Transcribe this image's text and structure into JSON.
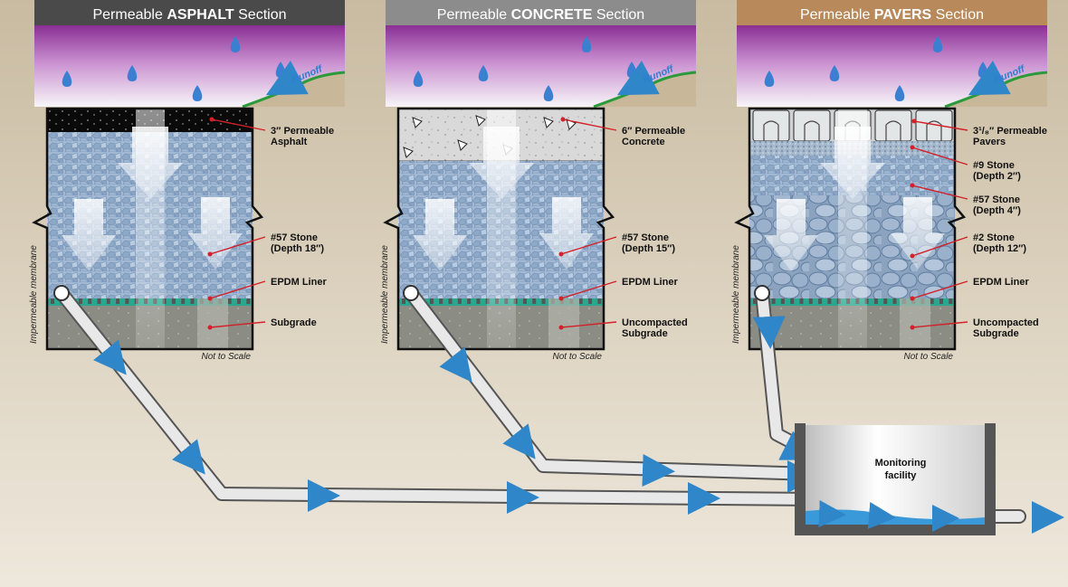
{
  "sections": [
    {
      "id": "asphalt",
      "title_prefix": "Permeable ",
      "title_bold": "ASPHALT",
      "title_suffix": " Section",
      "title_color": "#4a4a4a",
      "runoff": "Runoff",
      "membrane": "Impermeable membrane",
      "scale_note": "Not to Scale",
      "labels": [
        {
          "lines": [
            "3″ Permeable",
            "Asphalt"
          ]
        },
        {
          "lines": [
            "#57 Stone",
            "(Depth 18″)"
          ]
        },
        {
          "lines": [
            "EPDM Liner"
          ]
        },
        {
          "lines": [
            "Subgrade"
          ]
        }
      ]
    },
    {
      "id": "concrete",
      "title_prefix": "Permeable ",
      "title_bold": "CONCRETE",
      "title_suffix": " Section",
      "title_color": "#8c8c8c",
      "runoff": "Runoff",
      "membrane": "Impermeable membrane",
      "scale_note": "Not to Scale",
      "labels": [
        {
          "lines": [
            "6″ Permeable",
            "Concrete"
          ]
        },
        {
          "lines": [
            "#57 Stone",
            "(Depth 15″)"
          ]
        },
        {
          "lines": [
            "EPDM Liner"
          ]
        },
        {
          "lines": [
            "Uncompacted",
            "Subgrade"
          ]
        }
      ]
    },
    {
      "id": "pavers",
      "title_prefix": "Permeable ",
      "title_bold": "PAVERS",
      "title_suffix": " Section",
      "title_color": "#b8895a",
      "runoff": "Runoff",
      "membrane": "Impermeable membrane",
      "scale_note": "Not to Scale",
      "labels": [
        {
          "lines": [
            "3¹/₈″ Permeable",
            "Pavers"
          ]
        },
        {
          "lines": [
            "#9 Stone",
            "(Depth 2″)"
          ]
        },
        {
          "lines": [
            "#57 Stone",
            "(Depth 4″)"
          ]
        },
        {
          "lines": [
            "#2 Stone",
            "(Depth 12″)"
          ]
        },
        {
          "lines": [
            "EPDM Liner"
          ]
        },
        {
          "lines": [
            "Uncompacted",
            "Subgrade"
          ]
        }
      ]
    }
  ],
  "facility": {
    "lines": [
      "Monitoring",
      "facility"
    ]
  },
  "colors": {
    "sky_top": "#8a2f94",
    "sky_bottom": "#f4f2f6",
    "ground": "#d8cdb8",
    "stone": "#a9bed6",
    "liner": "#2aa88f",
    "subgrade": "#888a80",
    "water": "#3a9ad9",
    "pipe": "#e6e6e6",
    "leader": "#d42027"
  }
}
